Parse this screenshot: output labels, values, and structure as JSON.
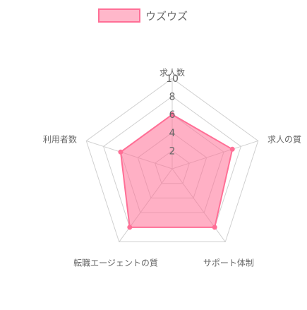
{
  "chart_data": {
    "type": "radar",
    "title": "",
    "axes": [
      "求人数",
      "求人の質",
      "サポート体制",
      "転職エージェントの質",
      "利用者数"
    ],
    "range": [
      0,
      10
    ],
    "ticks": [
      2,
      4,
      6,
      8,
      10
    ],
    "grid": true,
    "legend": "top",
    "series": [
      {
        "name": "ウズウズ",
        "values": [
          6,
          7,
          8,
          8,
          6
        ]
      }
    ]
  },
  "colors": {
    "series_fill": "#ff6f96",
    "series_stroke": "#ff6f96",
    "grid": "#d0d0d0",
    "text": "#666666"
  }
}
